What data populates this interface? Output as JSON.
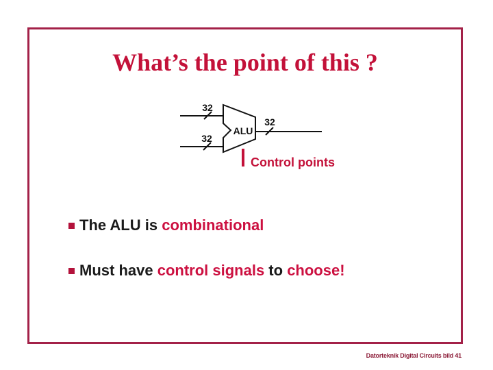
{
  "slide": {
    "title": "What’s the point of this ?",
    "footer": "Datorteknik Digital Circuits bild 41"
  },
  "diagram": {
    "input1_label": "32",
    "input2_label": "32",
    "output_label": "32",
    "alu_label": "ALU",
    "control_label": "Control points"
  },
  "bullets": [
    {
      "segments": [
        {
          "text": "The ALU is ",
          "emphasis": false
        },
        {
          "text": "combinational",
          "emphasis": true
        }
      ]
    },
    {
      "segments": [
        {
          "text": "Must have ",
          "emphasis": false
        },
        {
          "text": "control signals",
          "emphasis": true
        },
        {
          "text": " to ",
          "emphasis": false
        },
        {
          "text": "choose!",
          "emphasis": true
        }
      ]
    }
  ],
  "colors": {
    "accent_red": "#c31139",
    "emphasis_red": "#cc1040",
    "bullet_square": "#b3123b",
    "frame_border": "#a32148",
    "footer_red": "#8c1c38",
    "text_black": "#1a1a1a"
  }
}
